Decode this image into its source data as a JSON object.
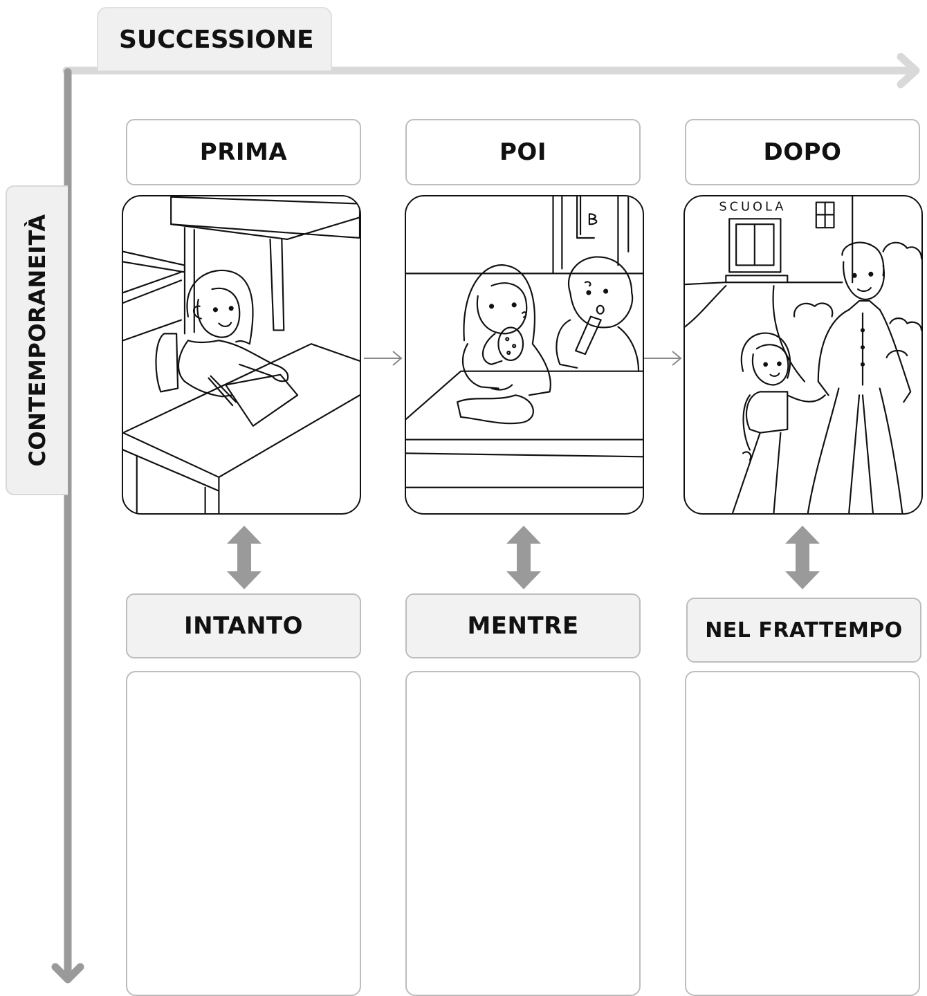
{
  "axis": {
    "horizontal_label": "SUCCESSIONE",
    "vertical_label": "CONTEMPORANEITÀ"
  },
  "columns": [
    {
      "heading": "PRIMA",
      "simultaneity": "INTANTO",
      "scene_icon": "girl-writing-at-desk"
    },
    {
      "heading": "POI",
      "simultaneity": "MENTRE",
      "scene_icon": "children-eating-snack"
    },
    {
      "heading": "DOPO",
      "simultaneity": "NEL FRATTEMPO",
      "scene_icon": "child-walking-with-grandfather"
    }
  ],
  "scene3": {
    "sign_text": "SCUOLA"
  },
  "colors": {
    "axis": "#d9d9d9",
    "vertical_axis": "#9a9a9a",
    "double_arrow": "#9a9a9a",
    "border": "#bdbdbd",
    "label_fill": "#f2f2f2"
  }
}
